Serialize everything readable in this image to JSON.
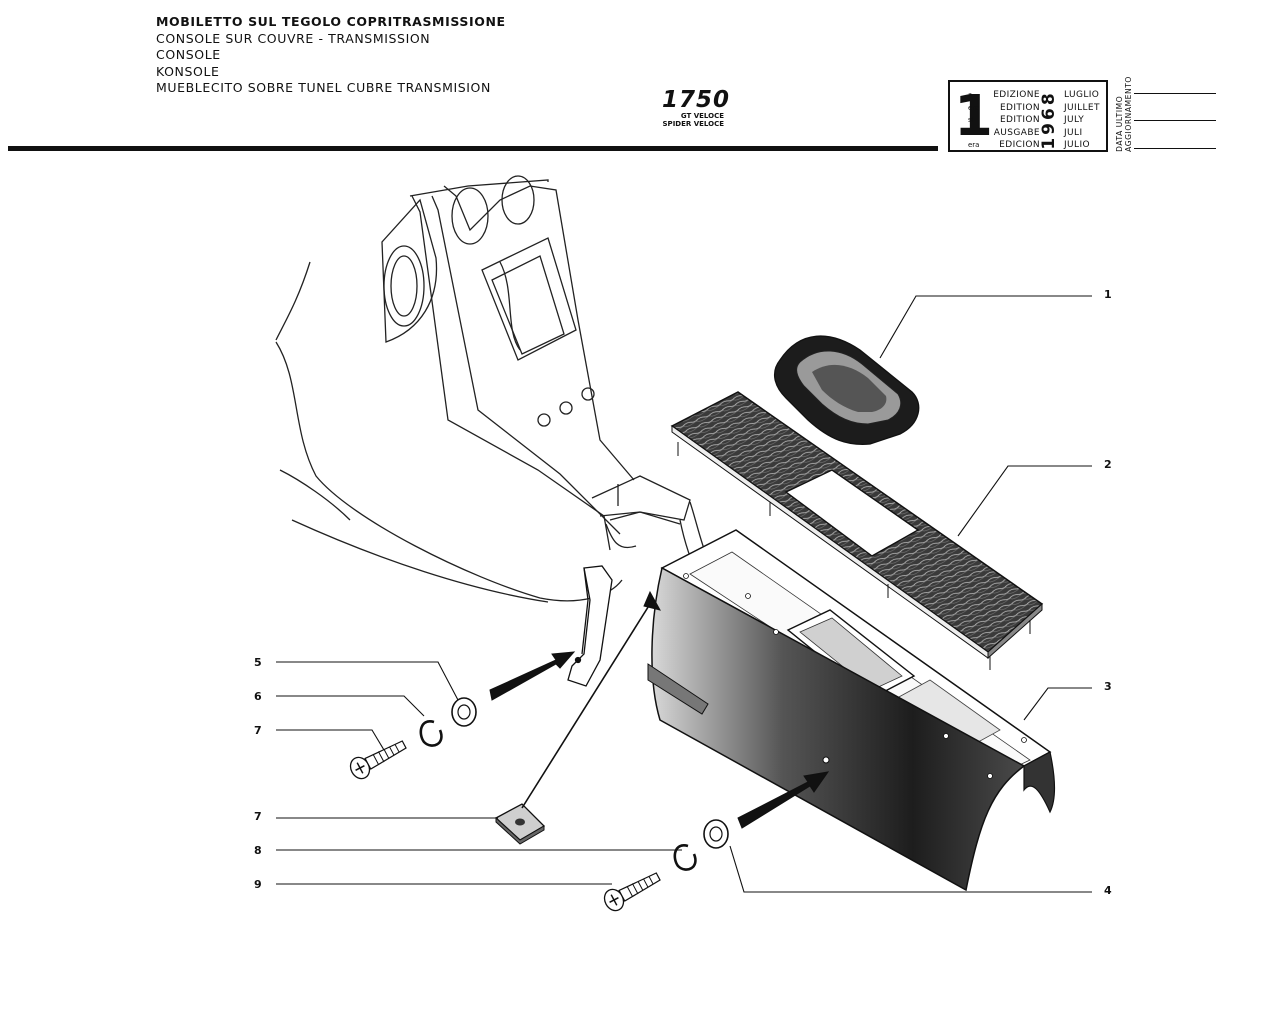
{
  "header": {
    "titles": [
      "MOBILETTO SUL TEGOLO COPRITRASMISSIONE",
      "CONSOLE SUR COUVRE - TRANSMISSION",
      "CONSOLE",
      "KONSOLE",
      "MUEBLECITO SOBRE TUNEL CUBRE TRANSMISION"
    ],
    "model": "1750",
    "variant_1": "GT VELOCE",
    "variant_2": "SPIDER VELOCE"
  },
  "edition_box": {
    "number": "1",
    "suffixes": [
      "a",
      "ere",
      "st",
      ".",
      "era"
    ],
    "editions": [
      "EDIZIONE",
      "EDITION",
      "EDITION",
      "AUSGABE",
      "EDICION"
    ],
    "year": "1968",
    "months": [
      "LUGLIO",
      "JUILLET",
      "JULY",
      "JULI",
      "JULIO"
    ],
    "last_update_1": "DATA ULTIMO",
    "last_update_2": "AGGIORNAMENTO"
  },
  "callouts": {
    "c1": "1",
    "c2": "2",
    "c3": "3",
    "c4": "4",
    "c5": "5",
    "c6": "6",
    "c7a": "7",
    "c7b": "7",
    "c8": "8",
    "c9": "9"
  }
}
